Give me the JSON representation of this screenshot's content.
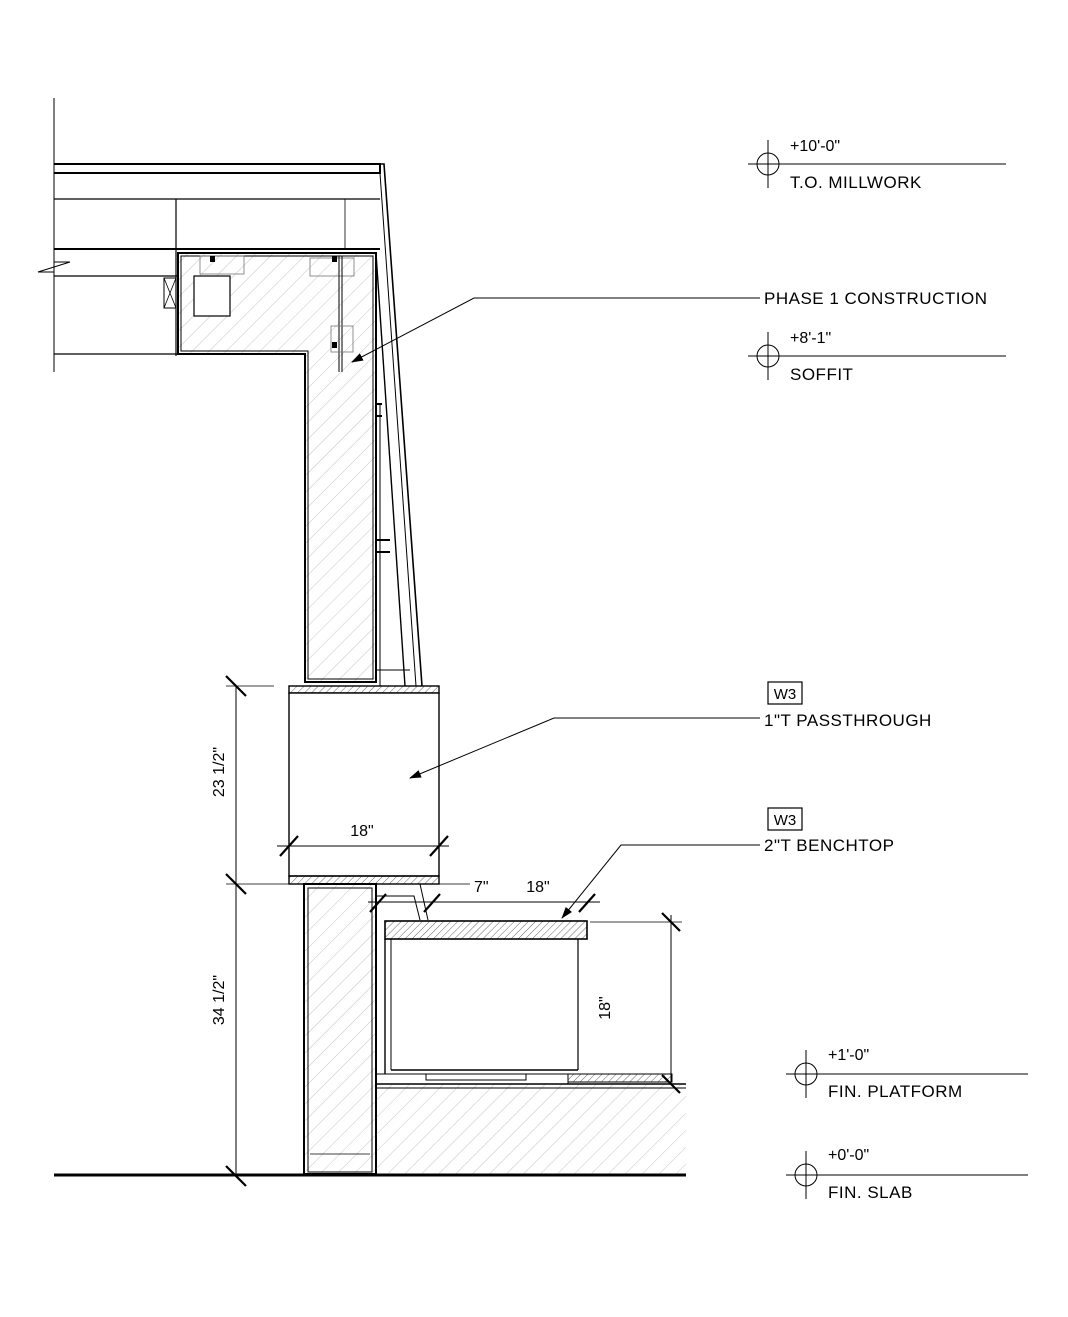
{
  "elevations": [
    {
      "id": "to-millwork",
      "value": "+10'-0\"",
      "label": "T.O.  MILLWORK"
    },
    {
      "id": "soffit",
      "value": "+8'-1\"",
      "label": "SOFFIT"
    },
    {
      "id": "fin-platform",
      "value": "+1'-0\"",
      "label": "FIN.  PLATFORM"
    },
    {
      "id": "fin-slab",
      "value": "+0'-0\"",
      "label": "FIN.  SLAB"
    }
  ],
  "notes": {
    "phase1": "PHASE  1  CONSTRUCTION",
    "passthrough_tag": "W3",
    "passthrough": "1\"T  PASSTHROUGH",
    "benchtop_tag": "W3",
    "benchtop": "2\"T  BENCHTOP"
  },
  "dimensions": {
    "upper_height": "23  1/2\"",
    "lower_height": "34  1/2\"",
    "passthrough_depth": "18\"",
    "gap": "7\"",
    "bench_depth": "18\"",
    "bench_height": "18\""
  }
}
